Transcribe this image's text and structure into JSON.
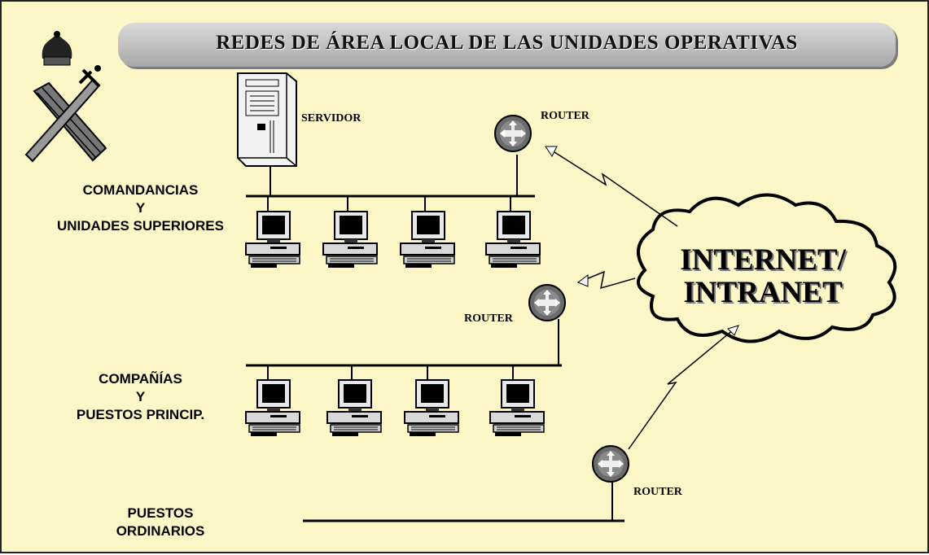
{
  "title": "REDES DE ÁREA LOCAL DE LAS UNIDADES OPERATIVAS",
  "server_label": "SERVIDOR",
  "routers": {
    "r1": "ROUTER",
    "r2": "ROUTER",
    "r3": "ROUTER"
  },
  "tiers": {
    "t1": {
      "line1": "COMANDANCIAS",
      "line2": "Y",
      "line3": "UNIDADES SUPERIORES"
    },
    "t2": {
      "line1": "COMPAÑÍAS",
      "line2": "Y",
      "line3": "PUESTOS PRINCIP."
    },
    "t3": {
      "line1": "PUESTOS",
      "line2": "ORDINARIOS"
    }
  },
  "cloud": {
    "line1": "INTERNET/",
    "line2": "INTRANET"
  },
  "emblem": "guardia-civil-emblem",
  "colors": {
    "background": "#fdf6c6",
    "title_bar": "#bdbdbd",
    "ink": "#000000"
  }
}
